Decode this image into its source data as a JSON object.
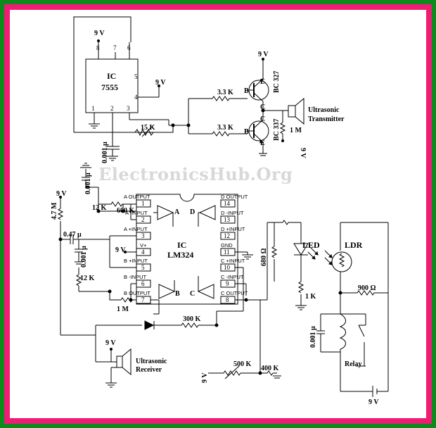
{
  "colors": {
    "outer_frame": "#0c8a1c",
    "inner_frame": "#ee1c74",
    "background": "#ffffff",
    "ink": "#000000",
    "watermark": "#d8d8d8"
  },
  "watermark": "ElectronicsHub.Org",
  "ic7555": {
    "name": "IC",
    "part": "7555",
    "pins": [
      "8",
      "7",
      "6",
      "5",
      "4",
      "1",
      "2",
      "3"
    ]
  },
  "lm324": {
    "name": "IC",
    "part": "LM324",
    "left_pins": [
      {
        "num": "1",
        "label": "A OUTPUT"
      },
      {
        "num": "2",
        "label": "A -INPUT"
      },
      {
        "num": "3",
        "label": "A +INPUT"
      },
      {
        "num": "4",
        "label": "V+"
      },
      {
        "num": "5",
        "label": "B +INPUT"
      },
      {
        "num": "6",
        "label": "B -INPUT"
      },
      {
        "num": "7",
        "label": "B OUTPUT"
      }
    ],
    "right_pins": [
      {
        "num": "14",
        "label": "D OUTPUT"
      },
      {
        "num": "13",
        "label": "D -INPUT"
      },
      {
        "num": "12",
        "label": "D +INPUT"
      },
      {
        "num": "11",
        "label": "GND"
      },
      {
        "num": "10",
        "label": "C +INPUT"
      },
      {
        "num": "9",
        "label": "C -INPUT"
      },
      {
        "num": "8",
        "label": "C OUTPUT"
      }
    ],
    "amps": [
      "A",
      "B",
      "C",
      "D"
    ]
  },
  "supplies": {
    "v9": "9 V"
  },
  "transistors": {
    "upper": "BC 327",
    "lower": "BC 337",
    "b": "B",
    "c": "C",
    "e": "E"
  },
  "components": {
    "r_3k3_a": "3.3 K",
    "r_3k3_b": "3.3 K",
    "r_15k": "15 K",
    "c_001": "0.001 μ",
    "r_1m_tx": "1 M",
    "tx_label_1": "Ultrasonic",
    "tx_label_2": "Transmitter",
    "c_001_top": "0.001 μ",
    "r_4m7": "4.7 M",
    "c_047": "0.47 μ",
    "c_001_mid": "0.001 μ",
    "r_12k_a": "12 K",
    "r_600k": "600 K",
    "r_12k_b": "12 K",
    "r_1m_b": "1 M",
    "r_300k": "300 K",
    "rx_label_1": "Ultrasonic",
    "rx_label_2": "Receiver",
    "r_500k": "500 K",
    "r_400k": "400 K",
    "r_680": "680 Ω",
    "led": "LED",
    "r_1k": "1 K",
    "ldr": "LDR",
    "r_900": "900 Ω",
    "c_001_relay": "0.001 μ",
    "relay": "Relay"
  }
}
